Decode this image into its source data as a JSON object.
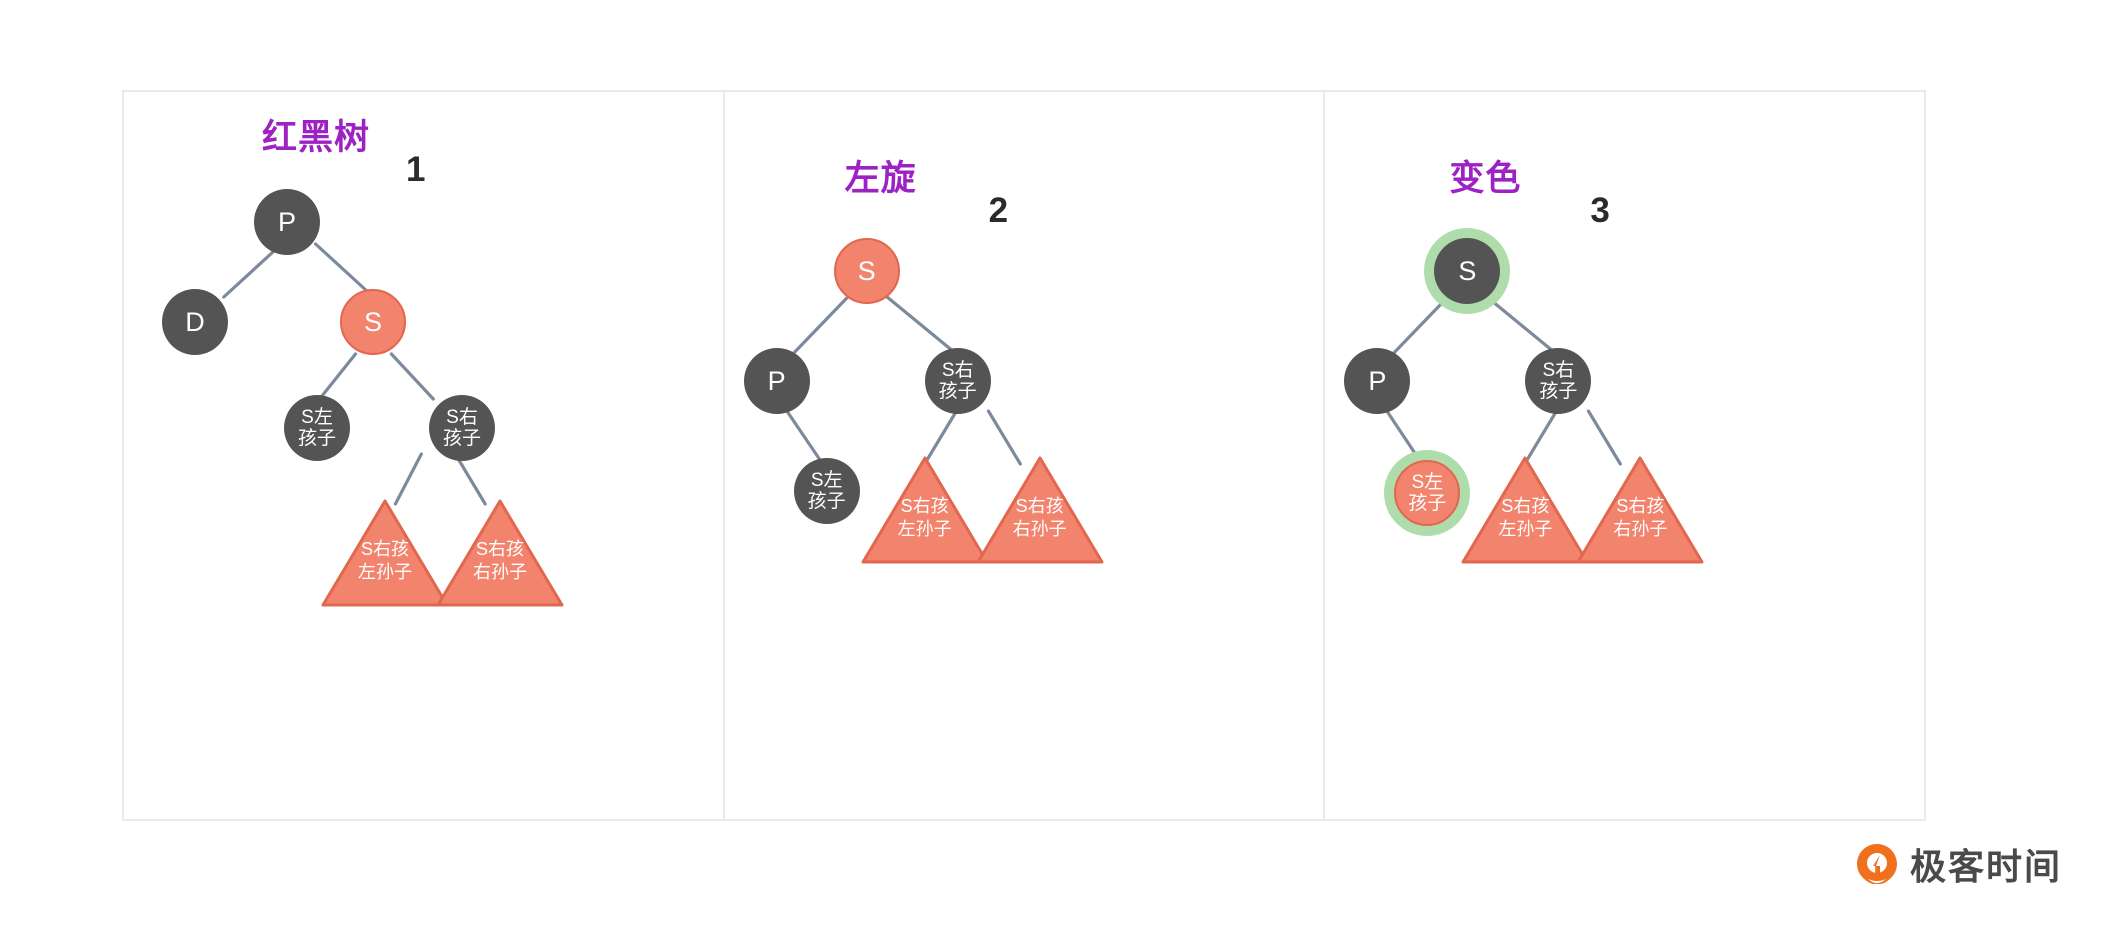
{
  "figure": {
    "panels": [
      {
        "title": "红黑树",
        "number": "1",
        "nodes": {
          "p": "P",
          "d": "D",
          "s": "S",
          "s_left_l1": "S左",
          "s_left_l2": "孩子",
          "s_right_l1": "S右",
          "s_right_l2": "孩子"
        },
        "triangles": {
          "t1_l1": "S右孩",
          "t1_l2": "左孙子",
          "t2_l1": "S右孩",
          "t2_l2": "右孙子"
        }
      },
      {
        "title": "左旋",
        "number": "2",
        "nodes": {
          "s": "S",
          "p": "P",
          "s_right_l1": "S右",
          "s_right_l2": "孩子",
          "s_left_l1": "S左",
          "s_left_l2": "孩子"
        },
        "triangles": {
          "t1_l1": "S右孩",
          "t1_l2": "左孙子",
          "t2_l1": "S右孩",
          "t2_l2": "右孙子"
        }
      },
      {
        "title": "变色",
        "number": "3",
        "nodes": {
          "s": "S",
          "p": "P",
          "s_right_l1": "S右",
          "s_right_l2": "孩子",
          "s_left_l1": "S左",
          "s_left_l2": "孩子"
        },
        "triangles": {
          "t1_l1": "S右孩",
          "t1_l2": "左孙子",
          "t2_l1": "S右孩",
          "t2_l2": "右孙子"
        }
      }
    ]
  },
  "branding": {
    "name": "极客时间"
  },
  "colors": {
    "title_purple": "#9c22c4",
    "node_black": "#545454",
    "node_red": "#f2836d",
    "node_red_border": "#e1674f",
    "edge_gray": "#7c8a9b",
    "highlight_green": "#aedcab",
    "panel_border": "#ece7f3",
    "logo_orange": "#f06f1e",
    "number_dark": "#2b2b2b"
  }
}
